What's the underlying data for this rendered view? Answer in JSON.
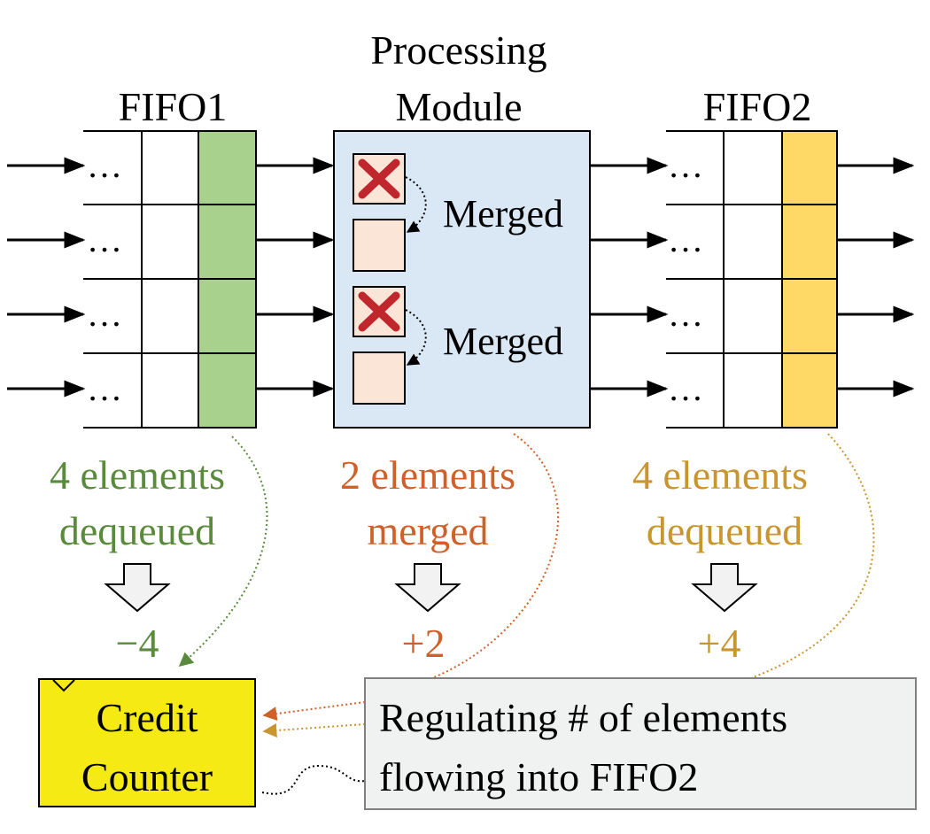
{
  "labels": {
    "fifo1_title": "FIFO1",
    "pm_title_line1": "Processing",
    "pm_title_line2": "Module",
    "fifo2_title": "FIFO2",
    "ellipsis": "…",
    "merged": "Merged"
  },
  "annotations": {
    "fifo1": {
      "line1": "4 elements",
      "line2": "dequeued",
      "delta": "−4",
      "color": "#5a8a3c"
    },
    "pm": {
      "line1": "2 elements",
      "line2": "merged",
      "delta": "+2",
      "color": "#d0602a"
    },
    "fifo2": {
      "line1": "4 elements",
      "line2": "dequeued",
      "delta": "+4",
      "color": "#c8952e"
    }
  },
  "credit_counter": {
    "line1": "Credit",
    "line2": "Counter",
    "fill": "#f5ea14"
  },
  "regulating": {
    "line1": "Regulating # of elements",
    "line2": "flowing into FIFO2",
    "fill": "#f0f2f1"
  },
  "colors": {
    "fifo1_fill": "#a8d18d",
    "fifo2_fill": "#ffd966",
    "module_fill": "#dae8f5",
    "element_fill": "#fbe5d6",
    "cross_color": "#c0272d",
    "arrow_fill": "#f2f2f2"
  }
}
